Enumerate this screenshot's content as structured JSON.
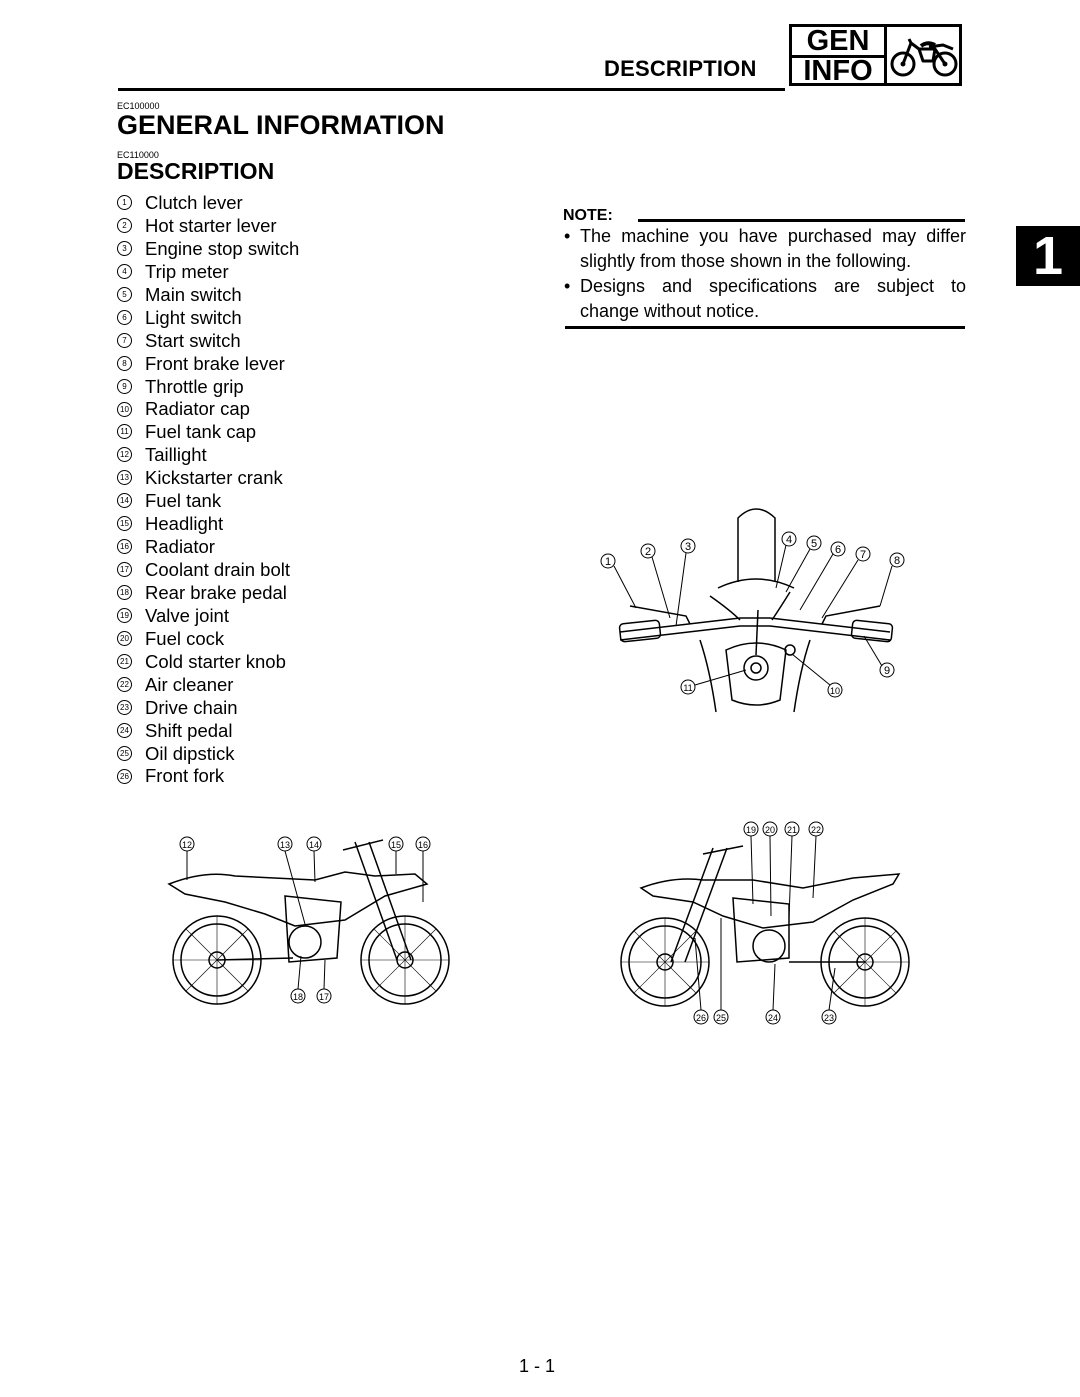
{
  "header": {
    "section_title": "DESCRIPTION",
    "badge_top": "GEN",
    "badge_bottom": "INFO"
  },
  "codes": {
    "chapter_code": "EC100000",
    "section_code": "EC110000"
  },
  "titles": {
    "chapter": "GENERAL INFORMATION",
    "section": "DESCRIPTION"
  },
  "parts": [
    {
      "num": "1",
      "label": "Clutch lever"
    },
    {
      "num": "2",
      "label": "Hot starter lever"
    },
    {
      "num": "3",
      "label": "Engine stop switch"
    },
    {
      "num": "4",
      "label": "Trip meter"
    },
    {
      "num": "5",
      "label": "Main switch"
    },
    {
      "num": "6",
      "label": "Light switch"
    },
    {
      "num": "7",
      "label": "Start switch"
    },
    {
      "num": "8",
      "label": "Front brake lever"
    },
    {
      "num": "9",
      "label": "Throttle grip"
    },
    {
      "num": "10",
      "label": "Radiator cap"
    },
    {
      "num": "11",
      "label": "Fuel tank cap"
    },
    {
      "num": "12",
      "label": "Taillight"
    },
    {
      "num": "13",
      "label": "Kickstarter crank"
    },
    {
      "num": "14",
      "label": "Fuel tank"
    },
    {
      "num": "15",
      "label": "Headlight"
    },
    {
      "num": "16",
      "label": "Radiator"
    },
    {
      "num": "17",
      "label": "Coolant drain bolt"
    },
    {
      "num": "18",
      "label": "Rear brake pedal"
    },
    {
      "num": "19",
      "label": "Valve joint"
    },
    {
      "num": "20",
      "label": "Fuel cock"
    },
    {
      "num": "21",
      "label": "Cold starter knob"
    },
    {
      "num": "22",
      "label": "Air cleaner"
    },
    {
      "num": "23",
      "label": "Drive chain"
    },
    {
      "num": "24",
      "label": "Shift pedal"
    },
    {
      "num": "25",
      "label": "Oil dipstick"
    },
    {
      "num": "26",
      "label": "Front fork"
    }
  ],
  "note": {
    "heading": "NOTE:",
    "bullet": "•",
    "items": [
      "The machine you have purchased may differ slightly from those shown in the following.",
      "Designs and specifications are subject to change without notice."
    ]
  },
  "chapter_tab": "1",
  "page_number": "1 - 1",
  "figures": {
    "handlebar_callouts": [
      "1",
      "2",
      "3",
      "4",
      "5",
      "6",
      "7",
      "8",
      "9",
      "10",
      "11"
    ],
    "left_side_callouts": [
      "12",
      "13",
      "14",
      "15",
      "16",
      "18",
      "17"
    ],
    "right_side_callouts": [
      "19",
      "20",
      "21",
      "22",
      "26",
      "25",
      "24",
      "23"
    ]
  }
}
